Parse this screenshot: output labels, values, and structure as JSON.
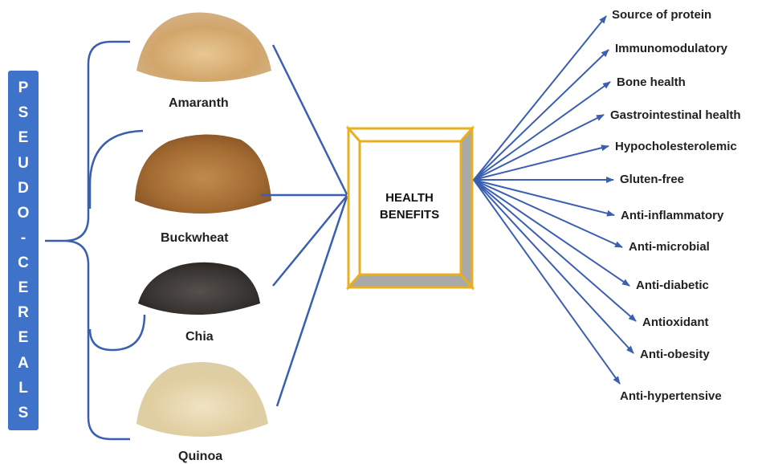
{
  "category_letters": [
    "P",
    "S",
    "E",
    "U",
    "D",
    "O",
    "-",
    "C",
    "E",
    "R",
    "E",
    "A",
    "L",
    "S"
  ],
  "grains": [
    {
      "name": "Amaranth",
      "color": "#d9b27a"
    },
    {
      "name": "Buckwheat",
      "color": "#b07a3e"
    },
    {
      "name": "Chia",
      "color": "#3a3634"
    },
    {
      "name": "Quinoa",
      "color": "#e6d5ad"
    }
  ],
  "center": {
    "line1": "HEALTH",
    "line2": "BENEFITS"
  },
  "benefits": [
    "Source of protein",
    "Immunomodulatory",
    "Bone health",
    "Gastrointestinal health",
    "Hypocholesterolemic",
    "Gluten-free",
    "Anti-inflammatory",
    "Anti-microbial",
    "Anti-diabetic",
    "Antioxidant",
    "Anti-obesity",
    "Anti-hypertensive"
  ],
  "colors": {
    "bar": "#3f73c9",
    "line": "#3b5fb0",
    "box_border": "#e8b020",
    "box_shade": "#a9a9a9"
  }
}
